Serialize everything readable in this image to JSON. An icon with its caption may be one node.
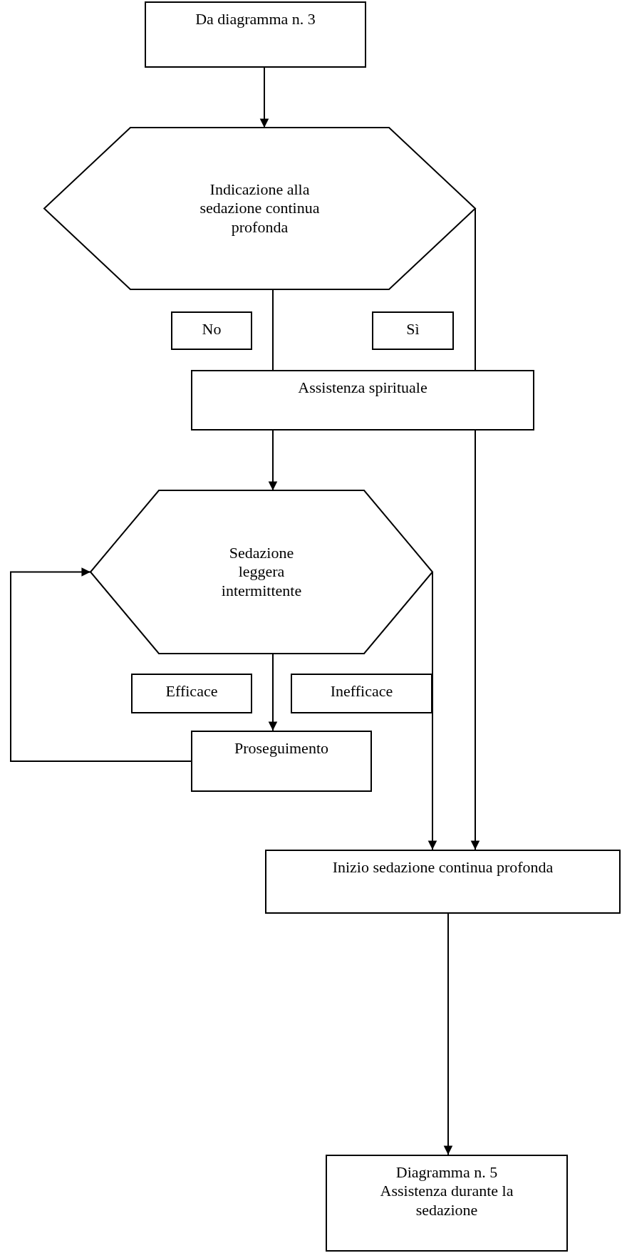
{
  "diagram": {
    "nodes": [
      {
        "text": [
          "Da diagramma n. 3"
        ]
      },
      {
        "text": [
          "Indicazione alla sedazione continua profonda"
        ]
      },
      {
        "text": [
          "No"
        ]
      },
      {
        "text": [
          "Sì"
        ]
      },
      {
        "text": [
          "Assistenza spirituale"
        ]
      },
      {
        "text": [
          "Sedazione leggera intermittente"
        ]
      },
      {
        "text": [
          "Efficace"
        ]
      },
      {
        "text": [
          "Inefficace"
        ]
      },
      {
        "text": [
          "Proseguimento"
        ]
      },
      {
        "text": [
          "Inizio sedazione continua profonda"
        ]
      },
      {
        "text": [
          "Diagramma n. 5 Assistenza durante la sedazione"
        ]
      }
    ],
    "edges": [
      {
        "from": 0,
        "to": 1,
        "arrow": "to"
      },
      {
        "from": 1,
        "to": 4,
        "arrow": "none"
      },
      {
        "from": 1,
        "to": 4,
        "arrow": "none"
      },
      {
        "from": 4,
        "to": 9,
        "arrow": "to"
      },
      {
        "from": 4,
        "to": 5,
        "arrow": "to"
      },
      {
        "from": 5,
        "to": 8,
        "arrow": "to"
      },
      {
        "from": 5,
        "to": 9,
        "arrow": "to"
      },
      {
        "from": 8,
        "to": 5,
        "arrow": "to"
      },
      {
        "from": 9,
        "to": 10,
        "arrow": "to"
      }
    ]
  }
}
